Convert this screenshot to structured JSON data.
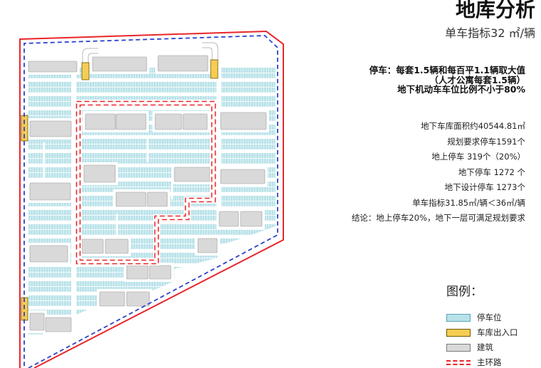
{
  "title": "地库分析",
  "subtitle": "单车指标32 ㎡/辆",
  "requirements": [
    "停车：每套1.5辆和每百平1.1辆取大值",
    "（人才公寓每套1.5辆）",
    "地下机动车车位比例不小于80%"
  ],
  "stats": [
    "地下车库面积约40544.81㎡",
    "规划要求停车1591个",
    "地上停车 319个（20%）",
    "地下停车 1272 个",
    "地下设计停车 1273个",
    "单车指标31.85㎡/辆＜36㎡/辆",
    "结论：地上停车20%，地下一层可满足规划要求"
  ],
  "legend": {
    "title": "图例：",
    "items": [
      {
        "icon": "parking-space-swatch",
        "label": "停车位"
      },
      {
        "icon": "garage-entrance-swatch",
        "label": "车库出入口"
      },
      {
        "icon": "building-swatch",
        "label": "建筑"
      },
      {
        "icon": "main-loop-road-swatch",
        "label": "主环路"
      }
    ]
  },
  "colors": {
    "parking": "#b8e2e9",
    "entrance": "#f5cd52",
    "building": "#d9d9d9",
    "main_road": "#e8262b",
    "site_boundary": "#e8262b",
    "setback_line": "#2b43c8"
  }
}
